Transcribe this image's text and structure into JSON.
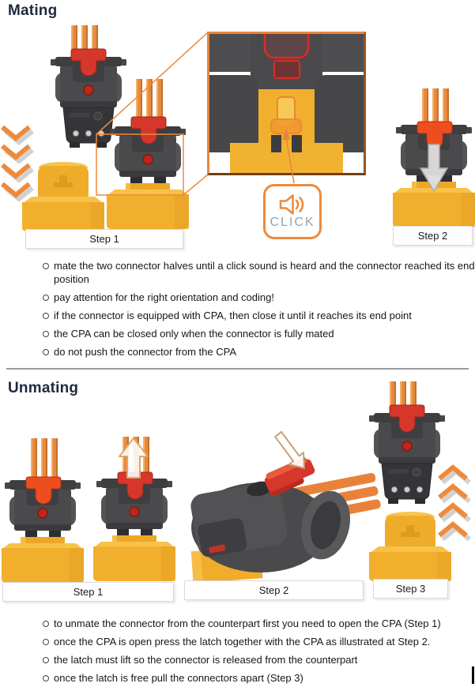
{
  "page": {
    "background": "#ffffff"
  },
  "colors": {
    "accent_orange": "#EE8A3C",
    "connector_red": "#D6372B",
    "cpa_closed_orange": "#EE4D1F",
    "housing_gray": "#4A4A4D",
    "counterpart_yellow": "#F1AF2D",
    "heading_navy": "#1F2A40",
    "click_text": "#93A2B4",
    "divider_gray": "#9B9B9B"
  },
  "mating": {
    "title": "Mating",
    "steps": [
      {
        "label": "Step 1"
      },
      {
        "label": "Step 2"
      }
    ],
    "click_callout": {
      "label": "CLICK",
      "icon": "speaker-sound-icon"
    },
    "bullets": [
      "mate the two connector halves until a click sound is heard and the connector reached its end position",
      "pay attention for the right orientation and coding!",
      "if the connector is equipped with CPA, then close it until it reaches its end point",
      "the CPA can be closed only when the connector is fully mated",
      "do not push the connector from the CPA"
    ]
  },
  "unmating": {
    "title": "Unmating",
    "steps": [
      {
        "label": "Step 1"
      },
      {
        "label": "Step 2"
      },
      {
        "label": "Step 3"
      }
    ],
    "bullets": [
      "to unmate the connector from the counterpart first you need to open the CPA (Step 1)",
      "once the CPA is open press the latch together with the CPA as illustrated at Step 2.",
      "the latch must lift so the connector is released from the counterpart",
      "once the latch is free pull the connectors apart (Step 3)"
    ]
  },
  "icons": {
    "mating_direction": "chevron-down-arrows",
    "unmating_direction": "chevron-up-arrows",
    "close_cpa": "arrow-down",
    "open_cpa": "arrow-up",
    "press_latch": "arrow-diagonal",
    "click_sound": "speaker-sound-icon"
  }
}
